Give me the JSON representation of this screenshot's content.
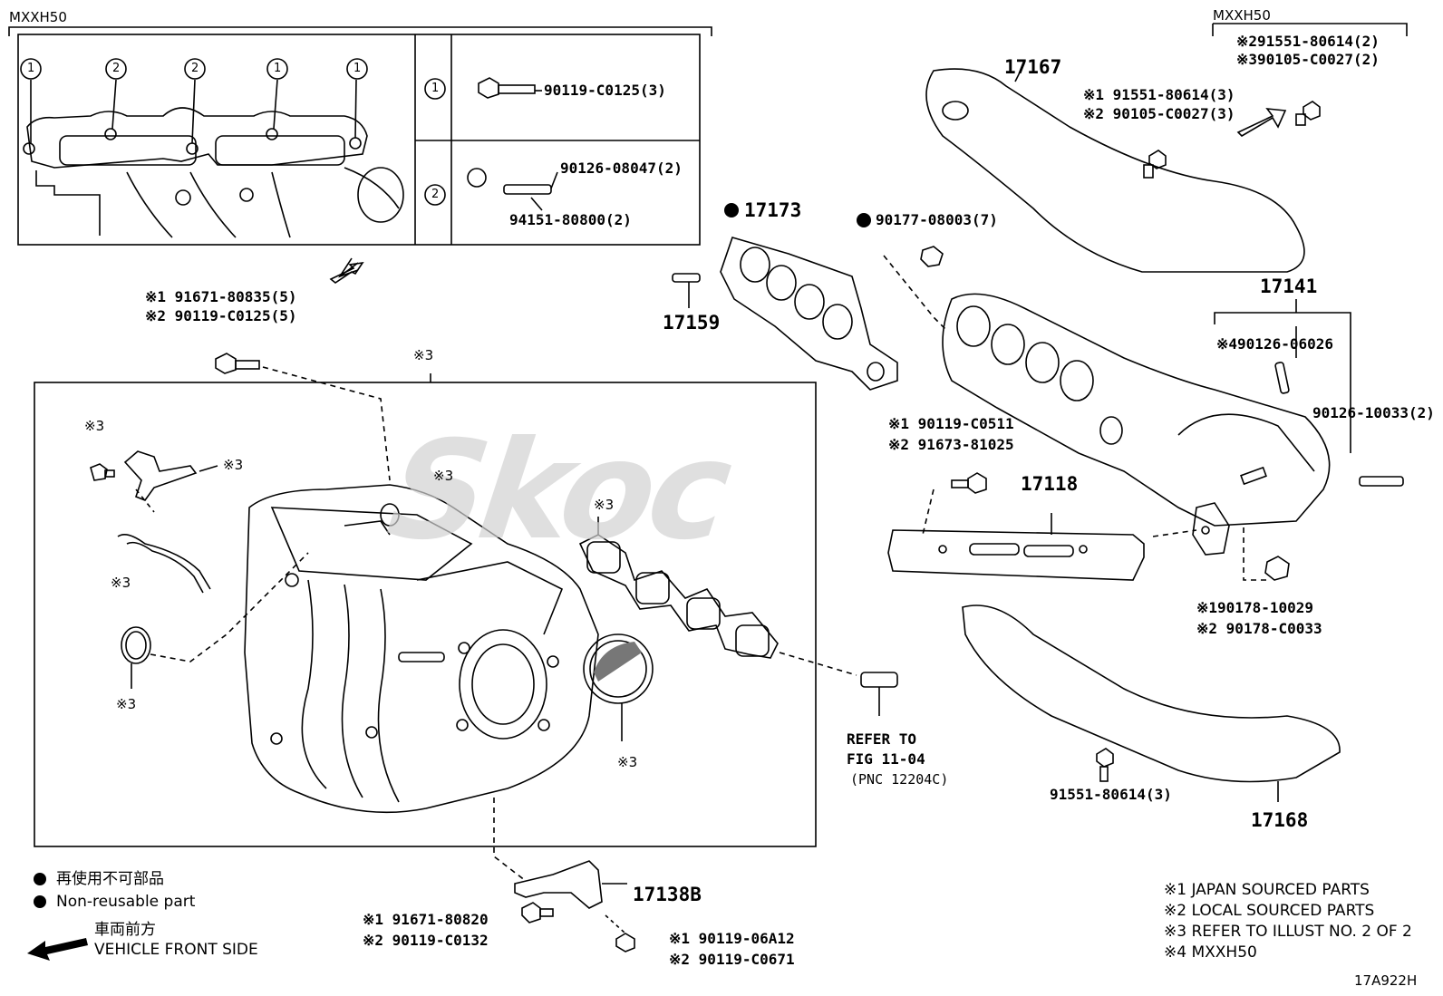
{
  "watermark": "Skoc",
  "figure_code": "17A922H",
  "inset": {
    "title": "MXXH50",
    "markers_row": [
      "1",
      "2",
      "2",
      "1",
      "1"
    ],
    "key": [
      {
        "marker": "1",
        "part": "90119-C0125(3)"
      },
      {
        "marker": "2",
        "part_a": "90126-08047(2)",
        "part_b": "94151-80800(2)"
      }
    ]
  },
  "top_right": {
    "title": "MXXH50",
    "line1": "※291551-80614(2)",
    "line2": "※390105-C0027(2)"
  },
  "labels": {
    "p17167": "17167",
    "p17167_a": "※1 91551-80614(3)",
    "p17167_b": "※2 90105-C0027(3)",
    "p17173": "17173",
    "p90177": "90177-08003(7)",
    "p17159": "17159",
    "p17141": "17141",
    "p17141_stud": "※490126-06026",
    "p90126_10033": "90126-10033(2)",
    "p91671_a": "※1 91671-80835(5)",
    "p91671_b": "※2 90119-C0125(5)",
    "ref3_top": "※3",
    "ref3_sensor": "※3",
    "ref3_sensor_r": "※3",
    "ref3_hose": "※3",
    "ref3_ring": "※3",
    "ref3_body": "※3",
    "ref3_gasket": "※3",
    "ref3_throttle": "※3",
    "p90119_c0511_a": "※1 90119-C0511",
    "p90119_c0511_b": "※2 91673-81025",
    "p17118": "17118",
    "p90178_a": "※190178-10029",
    "p90178_b": "※2 90178-C0033",
    "refer1": "REFER TO",
    "refer2": "FIG 11-04",
    "refer3": "(PNC 12204C)",
    "p91551_lower": "91551-80614(3)",
    "p17168": "17168",
    "p17138b": "17138B",
    "p91671_80820_a": "※1 91671-80820",
    "p91671_80820_b": "※2 90119-C0132",
    "p90119_06a12_a": "※1 90119-06A12",
    "p90119_06a12_b": "※2 90119-C0671"
  },
  "legend": {
    "jp": "再使用不可部品",
    "en": "Non-reusable part",
    "front_jp": "車両前方",
    "front_en": "VEHICLE FRONT SIDE"
  },
  "notes": [
    "※1 JAPAN SOURCED PARTS",
    "※2 LOCAL SOURCED PARTS",
    "※3 REFER TO ILLUST NO. 2 OF 2",
    "※4 MXXH50"
  ]
}
